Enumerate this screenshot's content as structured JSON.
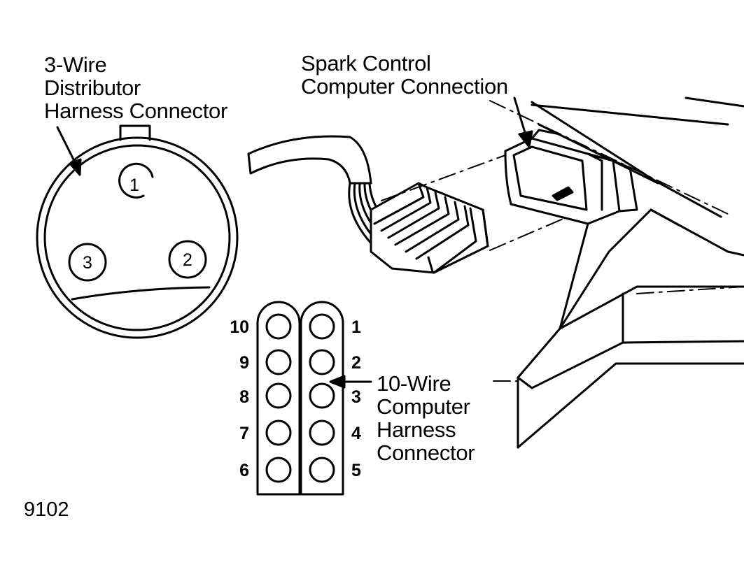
{
  "labels": {
    "distributor_connector": [
      "3-Wire",
      "Distributor",
      "Harness Connector"
    ],
    "spark_control": [
      "Spark Control",
      "Computer Connection"
    ],
    "computer_harness": [
      "10-Wire",
      "Computer",
      "Harness",
      "Connector"
    ]
  },
  "distributor_pins": [
    "1",
    "2",
    "3"
  ],
  "computer_pins": {
    "left": [
      "10",
      "9",
      "8",
      "7",
      "6"
    ],
    "right": [
      "1",
      "2",
      "3",
      "4",
      "5"
    ]
  },
  "figure_number": "9102",
  "colors": {
    "ink": "#000000",
    "paper": "#ffffff"
  }
}
